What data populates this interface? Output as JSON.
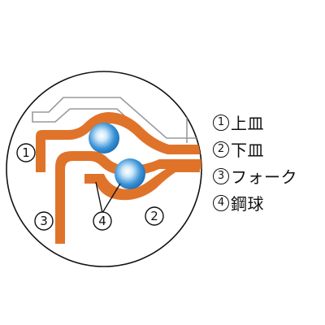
{
  "colors": {
    "orange": "#e0732a",
    "ball_blue": "#2f8fd6",
    "ball_highlight": "#cfe8fa",
    "outline_grey": "#9a9a9a",
    "line_dark": "#111111"
  },
  "diagram": {
    "callouts": [
      {
        "num": "1"
      },
      {
        "num": "2"
      },
      {
        "num": "3"
      },
      {
        "num": "4"
      }
    ]
  },
  "legend": {
    "items": [
      {
        "num": "1",
        "label": "上皿"
      },
      {
        "num": "2",
        "label": "下皿"
      },
      {
        "num": "3",
        "label": "フォーク"
      },
      {
        "num": "4",
        "label": "鋼球"
      }
    ]
  }
}
